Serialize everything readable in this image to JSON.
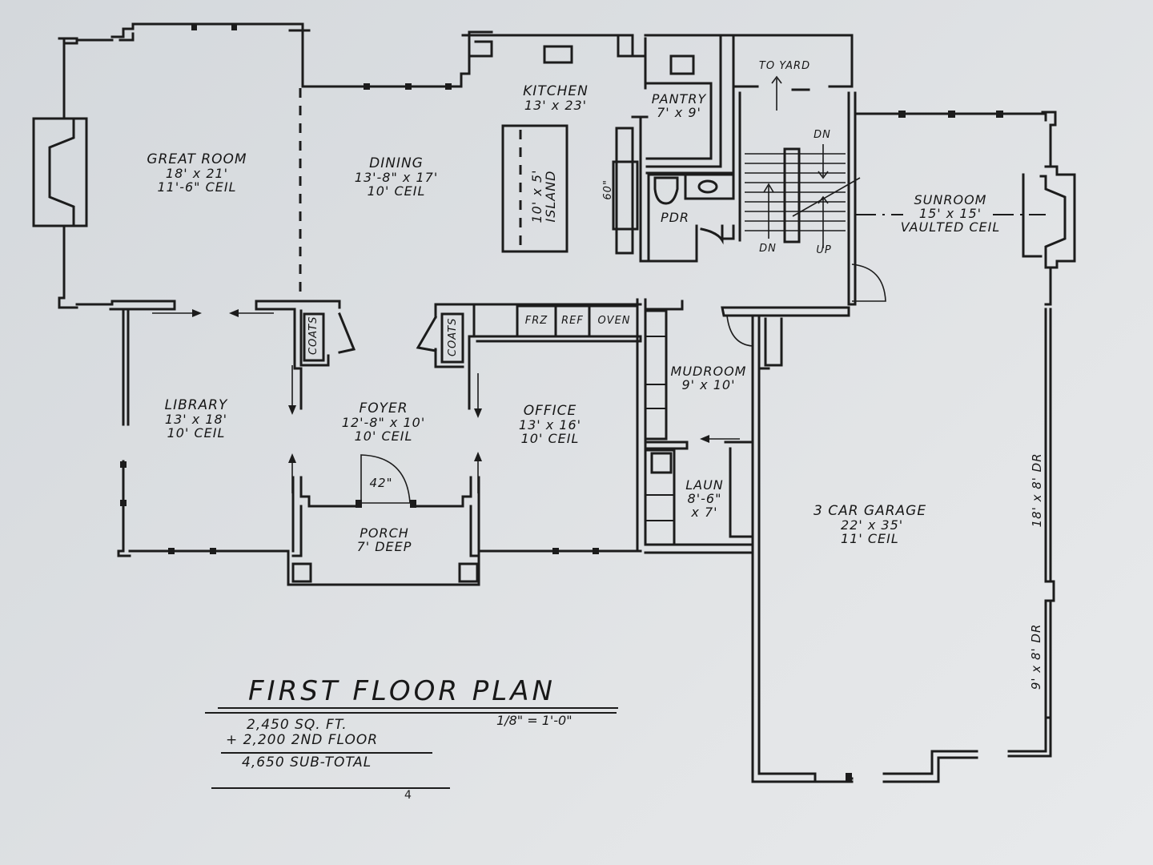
{
  "drawing": {
    "title": "FIRST FLOOR PLAN",
    "scale": "1/8\" = 1'-0\"",
    "area_summary": {
      "first_floor": "2,450 SQ. FT.",
      "second_floor": "+ 2,200  2ND FLOOR",
      "subtotal": "4,650  SUB-TOTAL"
    },
    "page_number": "4"
  },
  "rooms": {
    "great_room": {
      "name": "GREAT ROOM",
      "size": "18' x 21'",
      "ceiling": "11'-6\" CEIL"
    },
    "dining": {
      "name": "DINING",
      "size": "13'-8\" x 17'",
      "ceiling": "10' CEIL"
    },
    "kitchen": {
      "name": "KITCHEN",
      "size": "13' x 23'"
    },
    "island": {
      "size": "10' x 5'",
      "name": "ISLAND"
    },
    "pantry": {
      "name": "PANTRY",
      "size": "7' x 9'"
    },
    "powder": {
      "name": "PDR"
    },
    "sunroom": {
      "name": "SUNROOM",
      "size": "15' x 15'",
      "ceiling": "VAULTED CEIL"
    },
    "library": {
      "name": "LIBRARY",
      "size": "13' x 18'",
      "ceiling": "10' CEIL"
    },
    "foyer": {
      "name": "FOYER",
      "size": "12'-8\" x 10'",
      "ceiling": "10' CEIL"
    },
    "office": {
      "name": "OFFICE",
      "size": "13' x 16'",
      "ceiling": "10' CEIL"
    },
    "mudroom": {
      "name": "MUDROOM",
      "size": "9' x 10'"
    },
    "laundry": {
      "name": "LAUN",
      "size": "8'-6\"",
      "size2": "x 7'"
    },
    "porch": {
      "name": "PORCH",
      "size": "7' DEEP"
    },
    "garage": {
      "name": "3 CAR GARAGE",
      "size": "22' x 35'",
      "ceiling": "11' CEIL"
    }
  },
  "annotations": {
    "to_yard": "TO YARD",
    "stair_dn_top": "DN",
    "stair_dn_bottom": "DN",
    "stair_up": "UP",
    "coats_left": "COATS",
    "coats_right": "COATS",
    "freezer": "FRZ",
    "refrigerator": "REF",
    "oven": "OVEN",
    "front_door": "42\"",
    "bench_width": "60\"",
    "garage_door_large": "18' x 8' DR",
    "garage_door_small": "9' x 8' DR"
  }
}
